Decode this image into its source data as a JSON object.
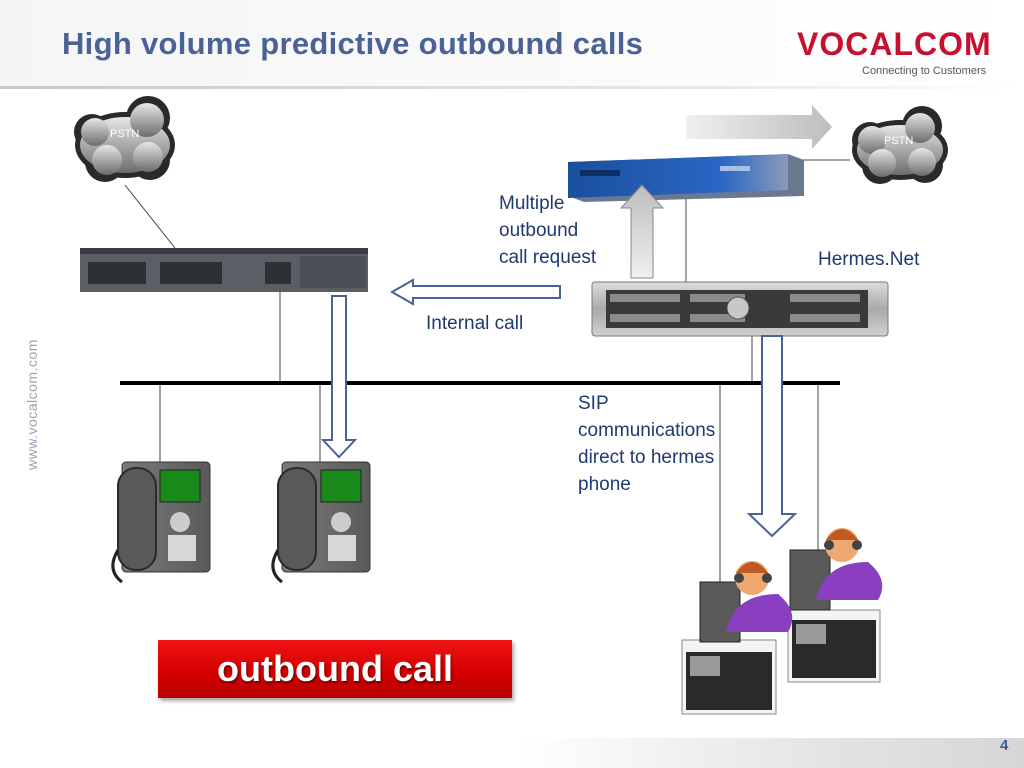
{
  "slide": {
    "title": "High volume predictive outbound calls",
    "page_number": "4",
    "side_url": "www.vocalcom.com"
  },
  "logo": {
    "brand": "VOCALCOM",
    "tagline": "Connecting to Customers"
  },
  "diagram": {
    "cloud_left_label": "PSTN",
    "cloud_right_label": "PSTN",
    "multiple_request": [
      "Multiple",
      "outbound",
      "call request"
    ],
    "hermes_label": "Hermes.Net",
    "internal_call": "Internal call",
    "sip_text": [
      "SIP",
      "communications",
      "direct to hermes",
      "phone"
    ]
  },
  "cta": {
    "label": "outbound call"
  }
}
